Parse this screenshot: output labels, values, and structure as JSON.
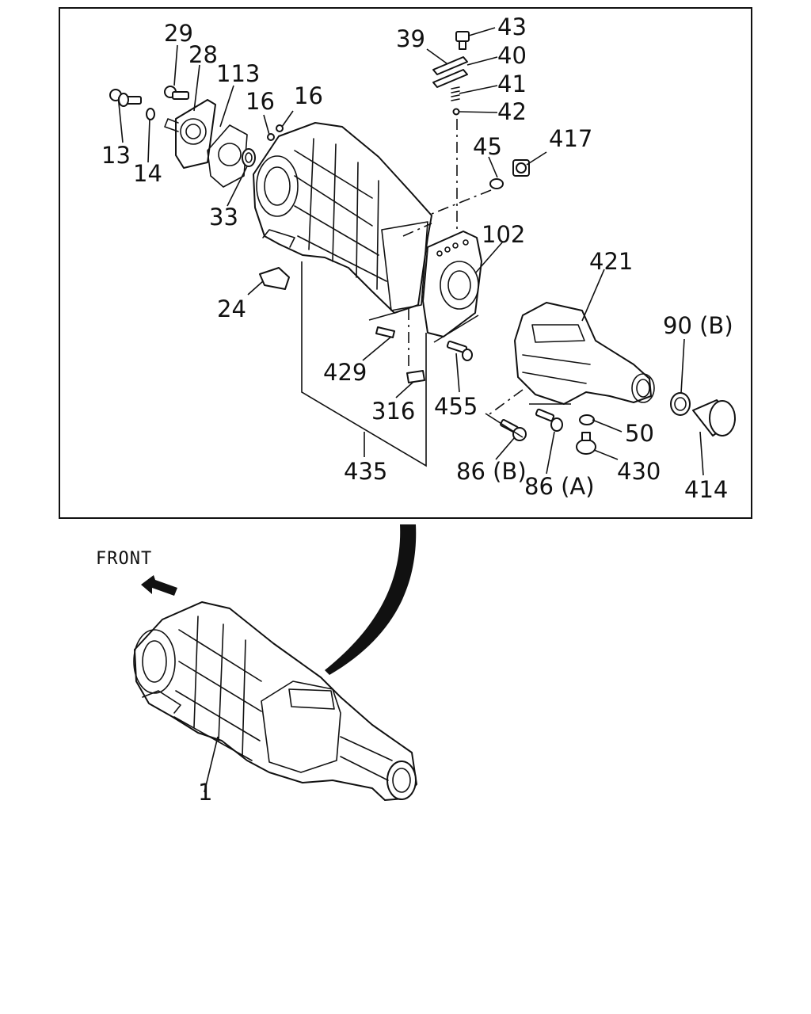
{
  "diagram": {
    "front_label": "FRONT",
    "callouts": {
      "c29": "29",
      "c28": "28",
      "c113": "113",
      "c16a": "16",
      "c16b": "16",
      "c13": "13",
      "c14": "14",
      "c33": "33",
      "c24": "24",
      "c39": "39",
      "c43": "43",
      "c40": "40",
      "c41": "41",
      "c42": "42",
      "c45": "45",
      "c417": "417",
      "c102": "102",
      "c421": "421",
      "c90b": "90 (B)",
      "c429": "429",
      "c316": "316",
      "c455": "455",
      "c435": "435",
      "c86b": "86 (B)",
      "c86a": "86 (A)",
      "c50": "50",
      "c430": "430",
      "c414": "414",
      "c1": "1"
    }
  }
}
